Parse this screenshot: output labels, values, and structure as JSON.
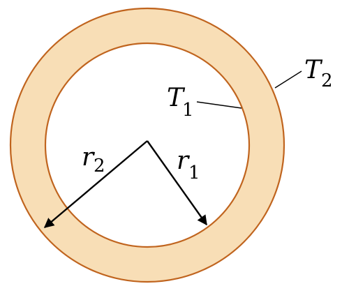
{
  "colors": {
    "ring_fill": "#f8deb6",
    "ring_stroke": "#c0641e",
    "inner_fill": "#ffffff",
    "arrow": "#000000"
  },
  "labels": {
    "outer_temperature": {
      "symbol": "T",
      "subscript": "2"
    },
    "inner_temperature": {
      "symbol": "T",
      "subscript": "1"
    },
    "outer_radius": {
      "symbol": "r",
      "subscript": "2"
    },
    "inner_radius": {
      "symbol": "r",
      "subscript": "1"
    }
  }
}
